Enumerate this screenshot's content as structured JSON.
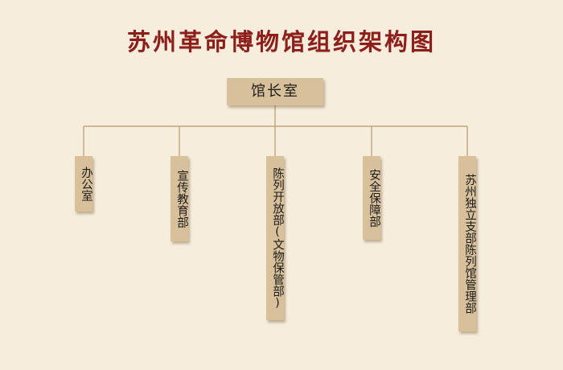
{
  "title": "苏州革命博物馆组织架构图",
  "root": {
    "label": "馆长室"
  },
  "departments": [
    {
      "label": "办公室"
    },
    {
      "label": "宣传教育部"
    },
    {
      "label": "陈列开放部(文物保管部)"
    },
    {
      "label": "安全保障部"
    },
    {
      "label": "苏州独立支部陈列馆管理部"
    }
  ],
  "colors": {
    "background": "#f6eddd",
    "box": "#d8c09a",
    "title": "#8d1e1a",
    "line": "#b59a72"
  }
}
